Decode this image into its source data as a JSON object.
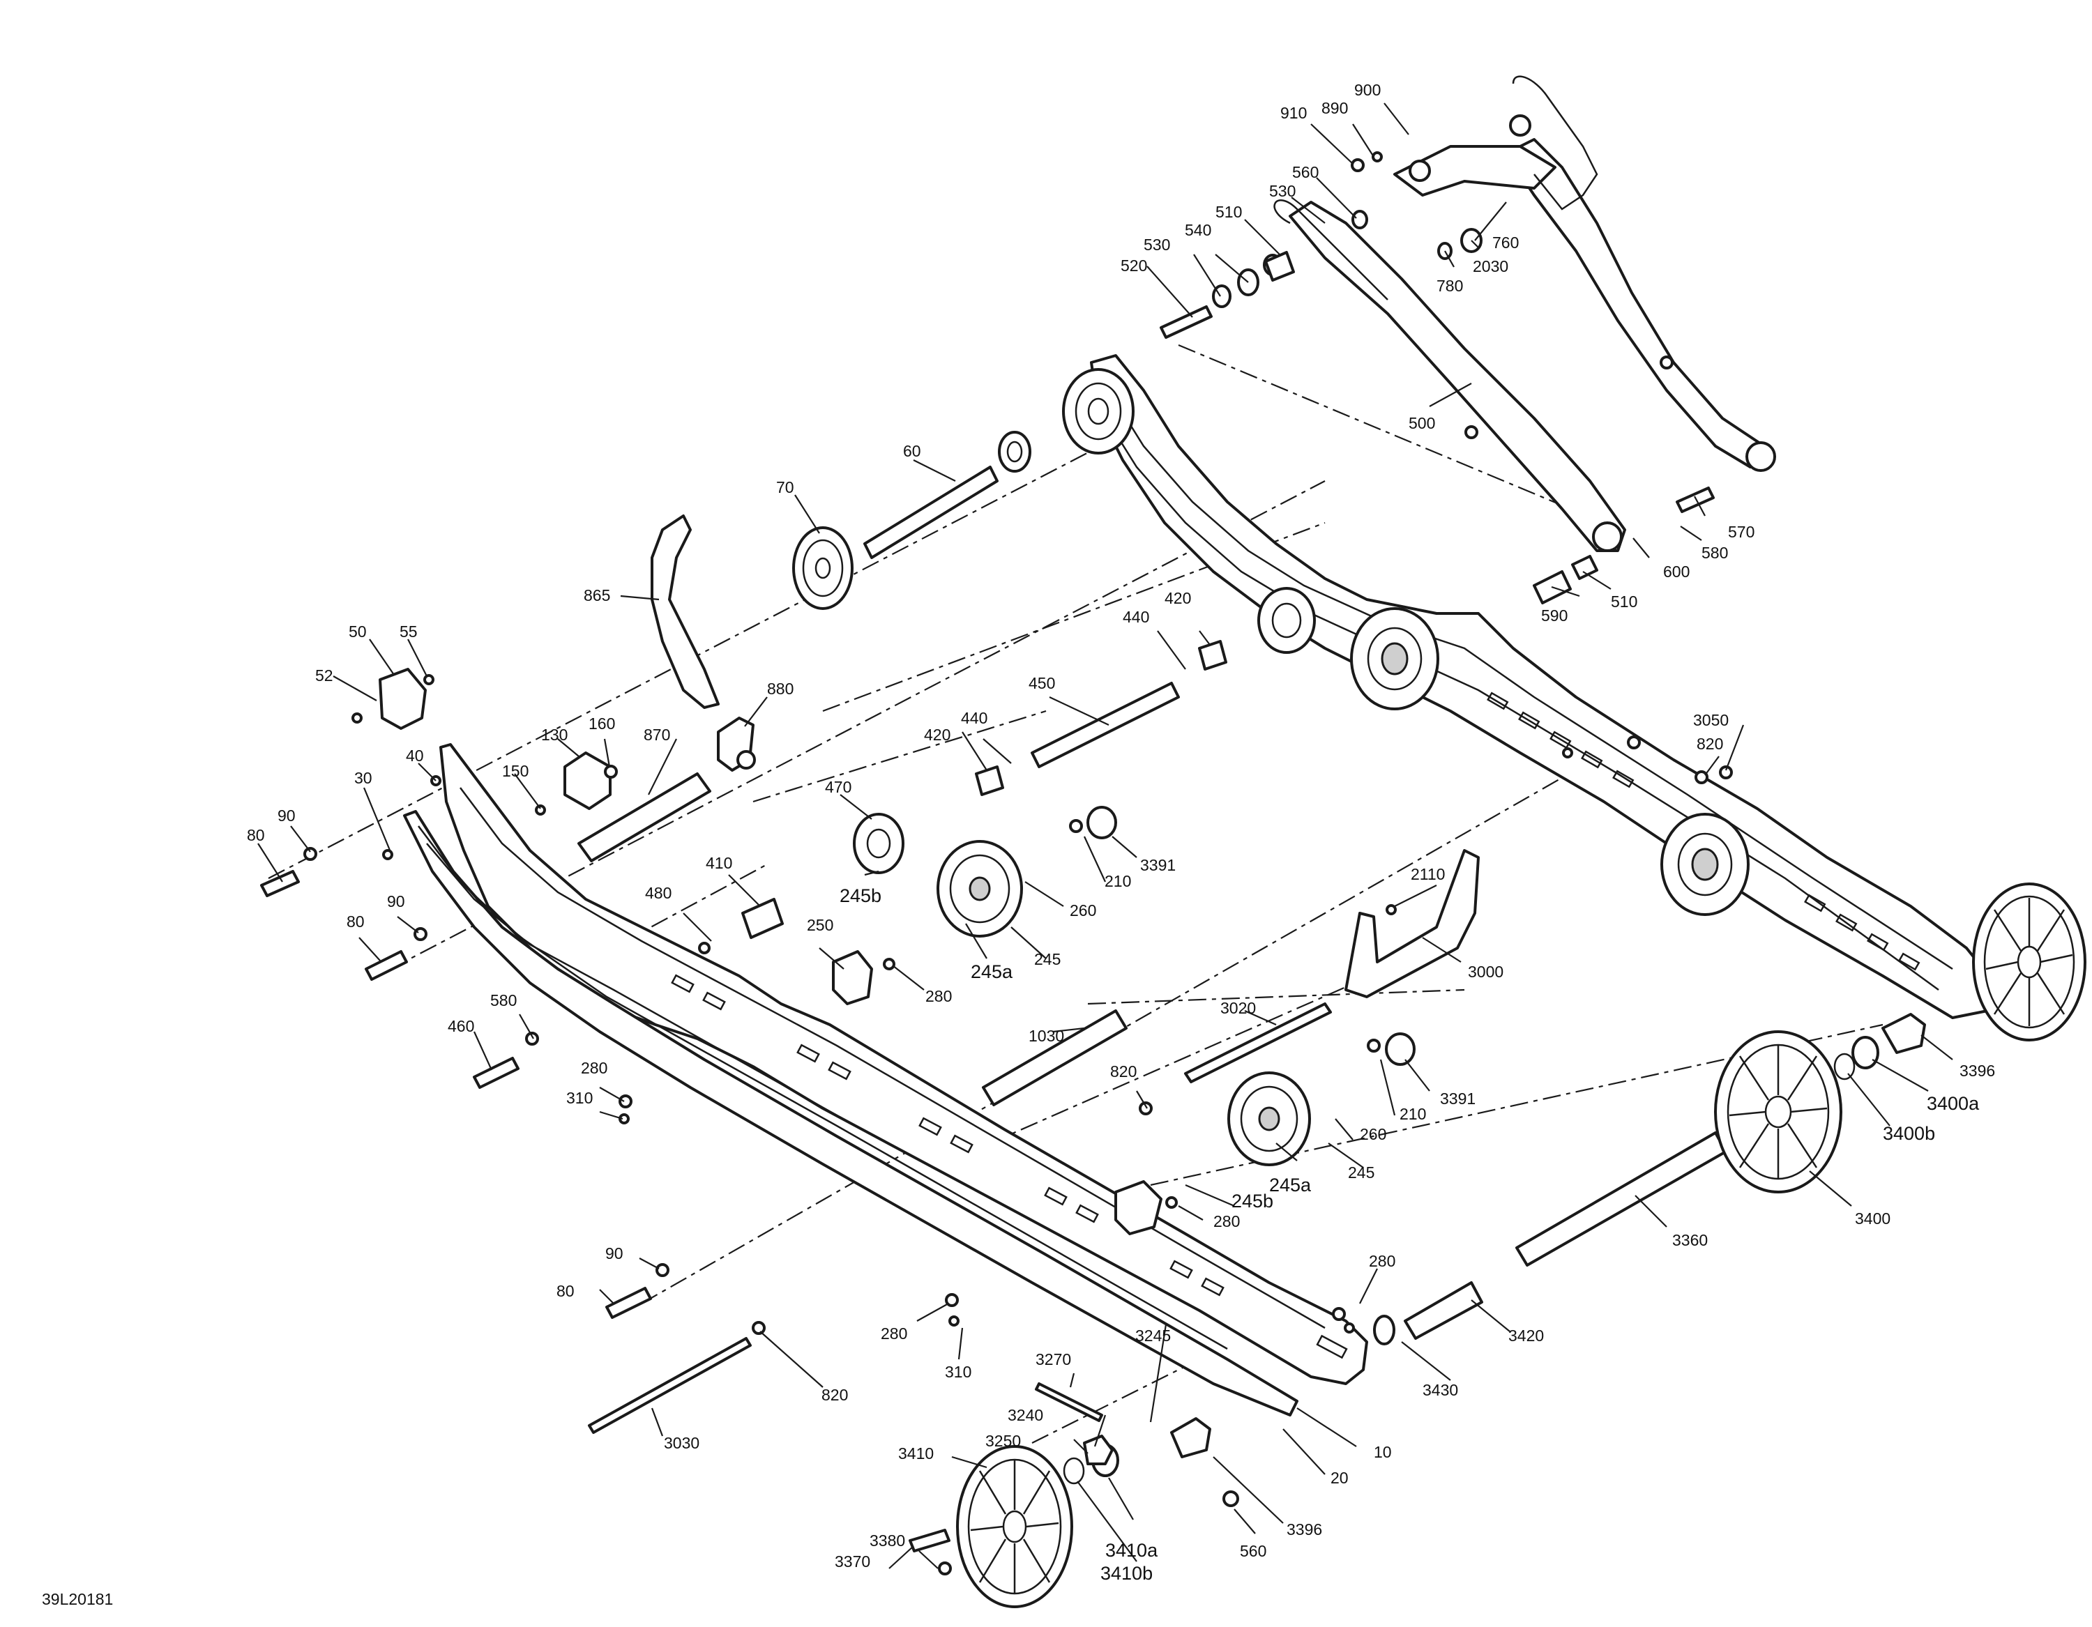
{
  "figure_ref": "39L20181",
  "callouts": [
    {
      "id": "c900",
      "text": "900"
    },
    {
      "id": "c910",
      "text": "910"
    },
    {
      "id": "c890",
      "text": "890"
    },
    {
      "id": "c560a",
      "text": "560"
    },
    {
      "id": "c530a",
      "text": "530"
    },
    {
      "id": "c510a",
      "text": "510"
    },
    {
      "id": "c530b",
      "text": "530"
    },
    {
      "id": "c540",
      "text": "540"
    },
    {
      "id": "c520",
      "text": "520"
    },
    {
      "id": "c760",
      "text": "760"
    },
    {
      "id": "c780",
      "text": "780"
    },
    {
      "id": "c2030",
      "text": "2030"
    },
    {
      "id": "c500",
      "text": "500"
    },
    {
      "id": "c570",
      "text": "570"
    },
    {
      "id": "c580a",
      "text": "580"
    },
    {
      "id": "c600",
      "text": "600"
    },
    {
      "id": "c510b",
      "text": "510"
    },
    {
      "id": "c590",
      "text": "590"
    },
    {
      "id": "c60",
      "text": "60"
    },
    {
      "id": "c70",
      "text": "70"
    },
    {
      "id": "c865",
      "text": "865"
    },
    {
      "id": "c420a",
      "text": "420"
    },
    {
      "id": "c440a",
      "text": "440"
    },
    {
      "id": "c450",
      "text": "450"
    },
    {
      "id": "c440b",
      "text": "440"
    },
    {
      "id": "c420b",
      "text": "420"
    },
    {
      "id": "c50",
      "text": "50"
    },
    {
      "id": "c55",
      "text": "55"
    },
    {
      "id": "c52",
      "text": "52"
    },
    {
      "id": "c880",
      "text": "880"
    },
    {
      "id": "c130",
      "text": "130"
    },
    {
      "id": "c160",
      "text": "160"
    },
    {
      "id": "c870",
      "text": "870"
    },
    {
      "id": "c150",
      "text": "150"
    },
    {
      "id": "c40",
      "text": "40"
    },
    {
      "id": "c30",
      "text": "30"
    },
    {
      "id": "c90a",
      "text": "90"
    },
    {
      "id": "c80a",
      "text": "80"
    },
    {
      "id": "c470",
      "text": "470"
    },
    {
      "id": "c410",
      "text": "410"
    },
    {
      "id": "c3391a",
      "text": "3391"
    },
    {
      "id": "c210a",
      "text": "210"
    },
    {
      "id": "c260a",
      "text": "260"
    },
    {
      "id": "c245ba",
      "text": "245b"
    },
    {
      "id": "c250",
      "text": "250"
    },
    {
      "id": "c480",
      "text": "480"
    },
    {
      "id": "c245aa",
      "text": "245a"
    },
    {
      "id": "c245a",
      "text": "245"
    },
    {
      "id": "c280a",
      "text": "280"
    },
    {
      "id": "c90b",
      "text": "90"
    },
    {
      "id": "c80b",
      "text": "80"
    },
    {
      "id": "c580b",
      "text": "580"
    },
    {
      "id": "c460",
      "text": "460"
    },
    {
      "id": "c280b",
      "text": "280"
    },
    {
      "id": "c310a",
      "text": "310"
    },
    {
      "id": "c3050",
      "text": "3050"
    },
    {
      "id": "c820a",
      "text": "820"
    },
    {
      "id": "c2110",
      "text": "2110"
    },
    {
      "id": "c3000",
      "text": "3000"
    },
    {
      "id": "c1030",
      "text": "1030"
    },
    {
      "id": "c3020",
      "text": "3020"
    },
    {
      "id": "c820b",
      "text": "820"
    },
    {
      "id": "c3391b",
      "text": "3391"
    },
    {
      "id": "c210b",
      "text": "210"
    },
    {
      "id": "c260b",
      "text": "260"
    },
    {
      "id": "c245b",
      "text": "245"
    },
    {
      "id": "c245ab",
      "text": "245a"
    },
    {
      "id": "c245bb",
      "text": "245b"
    },
    {
      "id": "c280c",
      "text": "280"
    },
    {
      "id": "c3396a",
      "text": "3396"
    },
    {
      "id": "c3400a",
      "text": "3400a"
    },
    {
      "id": "c3400b",
      "text": "3400b"
    },
    {
      "id": "c3400",
      "text": "3400"
    },
    {
      "id": "c3360",
      "text": "3360"
    },
    {
      "id": "c90c",
      "text": "90"
    },
    {
      "id": "c80c",
      "text": "80"
    },
    {
      "id": "c280d",
      "text": "280"
    },
    {
      "id": "c280e",
      "text": "280"
    },
    {
      "id": "c3420",
      "text": "3420"
    },
    {
      "id": "c3430",
      "text": "3430"
    },
    {
      "id": "c310b",
      "text": "310"
    },
    {
      "id": "c820c",
      "text": "820"
    },
    {
      "id": "c3245",
      "text": "3245"
    },
    {
      "id": "c3270",
      "text": "3270"
    },
    {
      "id": "c10",
      "text": "10"
    },
    {
      "id": "c3240",
      "text": "3240"
    },
    {
      "id": "c3250",
      "text": "3250"
    },
    {
      "id": "c20",
      "text": "20"
    },
    {
      "id": "c3030",
      "text": "3030"
    },
    {
      "id": "c3410",
      "text": "3410"
    },
    {
      "id": "c3396b",
      "text": "3396"
    },
    {
      "id": "c560b",
      "text": "560"
    },
    {
      "id": "c3410a",
      "text": "3410a"
    },
    {
      "id": "c3380",
      "text": "3380"
    },
    {
      "id": "c3370",
      "text": "3370"
    },
    {
      "id": "c3410b",
      "text": "3410b"
    }
  ]
}
